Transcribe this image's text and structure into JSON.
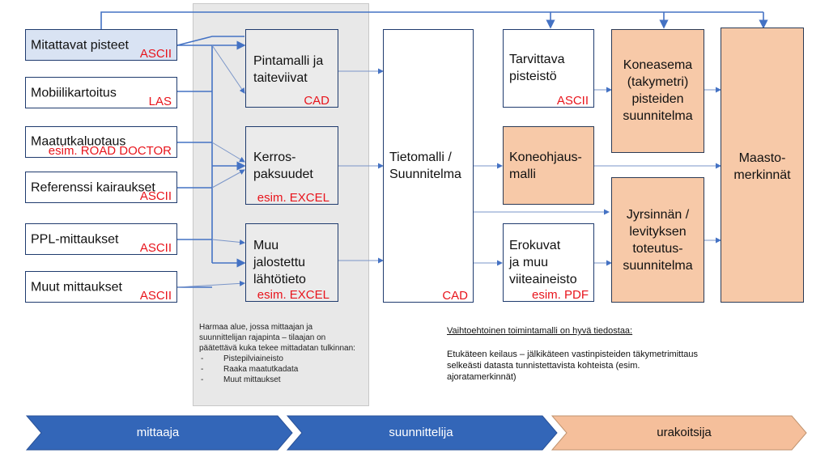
{
  "sources": [
    {
      "label": "Mitattavat pisteet",
      "format": "ASCII"
    },
    {
      "label": "Mobiilikartoitus",
      "format": "LAS"
    },
    {
      "label": "Maatutkaluotaus",
      "format": "esim. ROAD DOCTOR"
    },
    {
      "label": "Referenssi kairaukset",
      "format": "ASCII"
    },
    {
      "label": "PPL-mittaukset",
      "format": "ASCII"
    },
    {
      "label": "Muut mittaukset",
      "format": "ASCII"
    }
  ],
  "processing": [
    {
      "label": "Pintamalli ja\ntaiteviivat",
      "format": "CAD"
    },
    {
      "label": "Kerros-\npaksuudet",
      "format": "esim. EXCEL"
    },
    {
      "label": "Muu\njalostettu\nlähtötieto",
      "format": "esim. EXCEL"
    }
  ],
  "gray_note": {
    "text": "Harmaa alue, jossa mittaajan ja suunnittelijan rajapinta – tilaajan on päätettävä kuka tekee mittadatan tulkinnan:",
    "items": [
      "Pistepilviaineisto",
      "Raaka maatutkadata",
      "Muut mittaukset"
    ]
  },
  "model": {
    "label": "Tietomalli /\nSuunnitelma",
    "format": "CAD"
  },
  "outputs": {
    "tarvittava": {
      "label": "Tarvittava\npisteistö",
      "format": "ASCII"
    },
    "koneohjaus": {
      "label": "Koneohjaus-\nmalli"
    },
    "erokuvat": {
      "label": "Erokuvat\nja muu\nviiteaineisto",
      "format": "esim. PDF"
    },
    "koneasema": {
      "label": "Koneasema\n(takymetri)\npisteiden\nsuunnitelma"
    },
    "jyrsinnan": {
      "label": "Jyrsinnän /\nlevityksen\ntoteutus-\nsuunnitelma"
    },
    "maasto": {
      "label": "Maasto-\nmerkinnät"
    }
  },
  "alternative": {
    "title": "Vaihtoehtoinen toimintamalli on hyvä tiedostaa:",
    "text": "Etukäteen keilaus – jälkikäteen vastinpisteiden täkymetrimittaus selkeästi datasta tunnistettavista kohteista (esim. ajoratamerkinnät)"
  },
  "roles": [
    "mittaaja",
    "suunnittelija",
    "urakoitsija"
  ],
  "colors": {
    "blue_arrow": "#3366b8",
    "orange_arrow": "#f5bf9b",
    "line": "#4472c4",
    "format_red": "#e8141c"
  }
}
